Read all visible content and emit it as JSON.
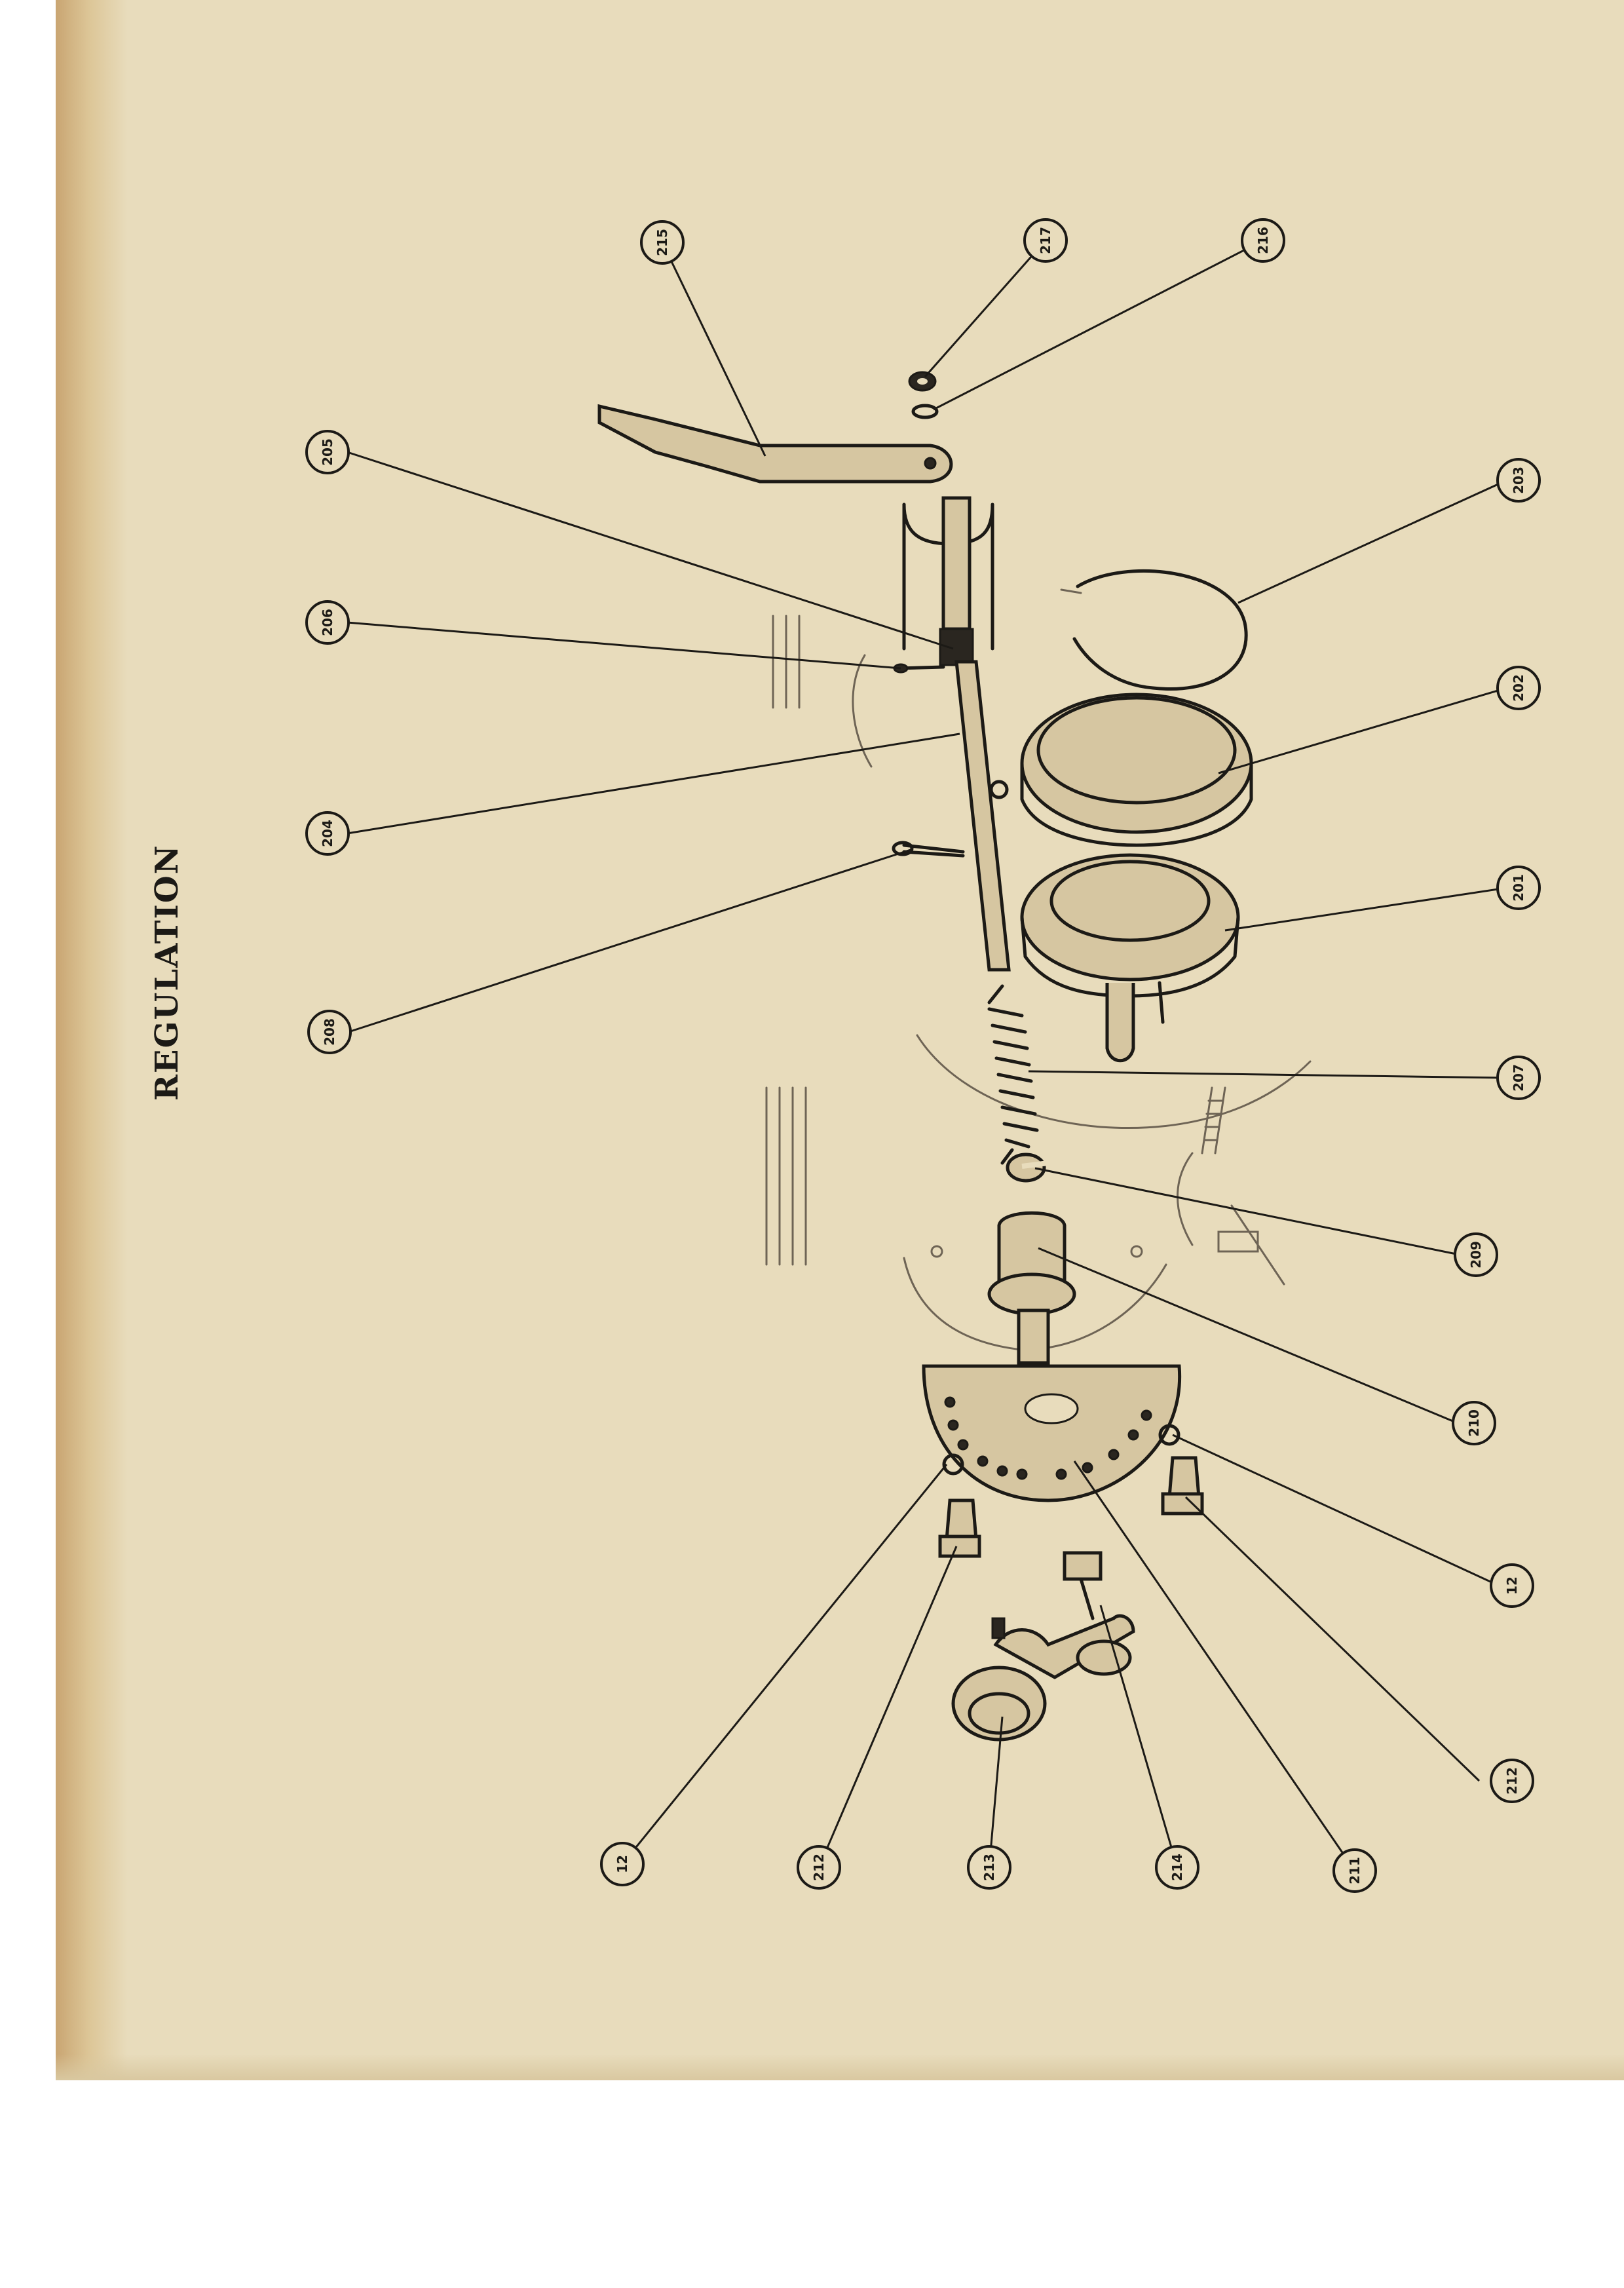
{
  "title": "REGULATION",
  "callouts": [
    {
      "id": "c215",
      "label": "215"
    },
    {
      "id": "c217",
      "label": "217"
    },
    {
      "id": "c216",
      "label": "216"
    },
    {
      "id": "c205",
      "label": "205"
    },
    {
      "id": "c203",
      "label": "203"
    },
    {
      "id": "c206",
      "label": "206"
    },
    {
      "id": "c202",
      "label": "202"
    },
    {
      "id": "c204",
      "label": "204"
    },
    {
      "id": "c201",
      "label": "201"
    },
    {
      "id": "c208",
      "label": "208"
    },
    {
      "id": "c207",
      "label": "207"
    },
    {
      "id": "c209",
      "label": "209"
    },
    {
      "id": "c210",
      "label": "210"
    },
    {
      "id": "c12r",
      "label": "12"
    },
    {
      "id": "c212r",
      "label": "212"
    },
    {
      "id": "c12b",
      "label": "12"
    },
    {
      "id": "c212b",
      "label": "212"
    },
    {
      "id": "c213",
      "label": "213"
    },
    {
      "id": "c214",
      "label": "214"
    },
    {
      "id": "c211",
      "label": "211"
    }
  ]
}
